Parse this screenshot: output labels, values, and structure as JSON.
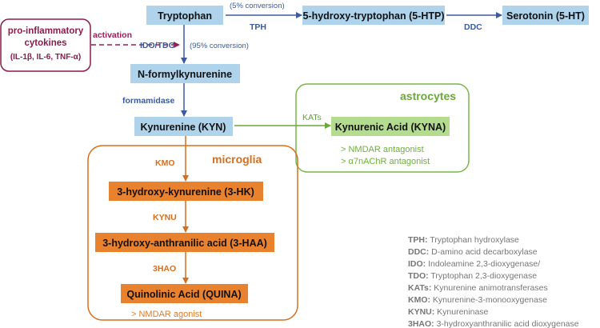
{
  "nodes": {
    "tryptophan": "Tryptophan",
    "htp": "5-hydroxy-tryptophan (5-HTP)",
    "serotonin": "Serotonin (5-HT)",
    "nfk": "N-formylkynurenine",
    "kyn": "Kynurenine (KYN)",
    "kyna": "Kynurenic Acid (KYNA)",
    "hk": "3-hydroxy-kynurenine (3-HK)",
    "haa": "3-hydroxy-anthranilic acid (3-HAA)",
    "quina": "Quinolinic Acid (QUINA)"
  },
  "enzymes": {
    "tph": "TPH",
    "ddc": "DDC",
    "ido_tdo": "IDO/TDO",
    "formamidase": "formamidase",
    "kats": "KATs",
    "kmo": "KMO",
    "kynu": "KYNU",
    "haao": "3HAO"
  },
  "conversions": {
    "serotonin_path": "(5% conversion)",
    "kynurenine_path": "(95% conversion)"
  },
  "cytokines": {
    "line1": "pro-inflammatory",
    "line2": "cytokines",
    "line3": "(IL-1β, IL-6, TNF-α)",
    "activation": "activation"
  },
  "regions": {
    "astrocytes": "astrocytes",
    "microglia": "microglia"
  },
  "notes": {
    "kyna_1": "> NMDAR antagonist",
    "kyna_2": "> α7nAChR antagonist",
    "quina_1": "> NMDAR agonist"
  },
  "legend": [
    {
      "abbr": "TPH:",
      "def": " Tryptophan hydroxylase"
    },
    {
      "abbr": "DDC:",
      "def": " D-amino acid decarboxylase"
    },
    {
      "abbr": "IDO:",
      "def": " Indoleamine 2,3-dioxygenase/"
    },
    {
      "abbr": "TDO:",
      "def": " Tryptophan 2,3-dioxygenase"
    },
    {
      "abbr": "KATs:",
      "def": " Kynurenine animotransferases"
    },
    {
      "abbr": "KMO:",
      "def": " Kynurenine-3-monooxygenase"
    },
    {
      "abbr": "KYNU:",
      "def": " Kynureninase"
    },
    {
      "abbr": "3HAO:",
      "def": " 3-hydroxyanthranilic acid dioxygenase"
    }
  ],
  "colors": {
    "blue_node": "#b0d3ec",
    "green_node": "#b4dc8e",
    "orange_node": "#e8822e",
    "blue_arrow": "#3b5b9e",
    "green_arrow": "#6aa83a",
    "orange_arrow": "#d86e1c",
    "cytokine": "#8c1b4d"
  }
}
